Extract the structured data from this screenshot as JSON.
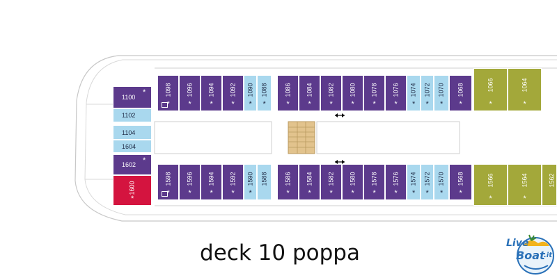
{
  "title": "deck 10 poppa",
  "colors": {
    "purple": "#5c3a8c",
    "light_blue": "#a9d8ee",
    "olive": "#a3a83a",
    "red": "#d4143f",
    "stairs": "#e2c38d",
    "outline": "#c8c8c8"
  },
  "logo": {
    "text_live": "Live",
    "text_boat": "Boat",
    "text_it": ".it"
  },
  "cabins": {
    "forward_top": [
      {
        "n": "1098",
        "c": "purple",
        "star": true,
        "icon": true
      },
      {
        "n": "1096",
        "c": "purple",
        "star": true
      },
      {
        "n": "1094",
        "c": "purple",
        "star": true
      },
      {
        "n": "1092",
        "c": "purple",
        "star": true
      },
      {
        "n": "1090",
        "c": "light_blue",
        "star": true
      },
      {
        "n": "1088",
        "c": "light_blue",
        "star": true
      },
      {
        "n": "1086",
        "c": "purple",
        "star": true
      },
      {
        "n": "1084",
        "c": "purple",
        "star": true
      },
      {
        "n": "1082",
        "c": "purple",
        "star": true
      },
      {
        "n": "1080",
        "c": "purple",
        "star": true
      },
      {
        "n": "1078",
        "c": "purple",
        "star": true
      },
      {
        "n": "1076",
        "c": "purple",
        "star": true
      },
      {
        "n": "1074",
        "c": "light_blue",
        "star": true
      },
      {
        "n": "1072",
        "c": "light_blue",
        "star": true
      },
      {
        "n": "1070",
        "c": "light_blue",
        "star": true
      },
      {
        "n": "1068",
        "c": "purple",
        "star": true
      },
      {
        "n": "1066",
        "c": "olive",
        "star": true
      },
      {
        "n": "1064",
        "c": "olive",
        "star": true
      }
    ],
    "forward_bottom": [
      {
        "n": "1598",
        "c": "purple",
        "star": true,
        "icon": true
      },
      {
        "n": "1596",
        "c": "purple",
        "star": true
      },
      {
        "n": "1594",
        "c": "purple",
        "star": true
      },
      {
        "n": "1592",
        "c": "purple",
        "star": true
      },
      {
        "n": "1590",
        "c": "light_blue",
        "star": true
      },
      {
        "n": "1588",
        "c": "light_blue",
        "star": false
      },
      {
        "n": "1586",
        "c": "purple",
        "star": true
      },
      {
        "n": "1584",
        "c": "purple",
        "star": true
      },
      {
        "n": "1582",
        "c": "purple",
        "star": true
      },
      {
        "n": "1580",
        "c": "purple",
        "star": true
      },
      {
        "n": "1578",
        "c": "purple",
        "star": true
      },
      {
        "n": "1576",
        "c": "purple",
        "star": true
      },
      {
        "n": "1574",
        "c": "light_blue",
        "star": true
      },
      {
        "n": "1572",
        "c": "light_blue",
        "star": true
      },
      {
        "n": "1570",
        "c": "light_blue",
        "star": true
      },
      {
        "n": "1568",
        "c": "purple",
        "star": true
      },
      {
        "n": "1566",
        "c": "olive",
        "star": true
      },
      {
        "n": "1564",
        "c": "olive",
        "star": true
      },
      {
        "n": "1562",
        "c": "olive",
        "star": false
      }
    ],
    "stern": [
      {
        "n": "1100",
        "c": "purple",
        "star": true
      },
      {
        "n": "1102",
        "c": "light_blue",
        "star": false
      },
      {
        "n": "1104",
        "c": "light_blue",
        "star": false
      },
      {
        "n": "1604",
        "c": "light_blue",
        "star": false
      },
      {
        "n": "1602",
        "c": "purple",
        "star": true
      },
      {
        "n": "1600",
        "c": "red",
        "star": true
      }
    ]
  }
}
